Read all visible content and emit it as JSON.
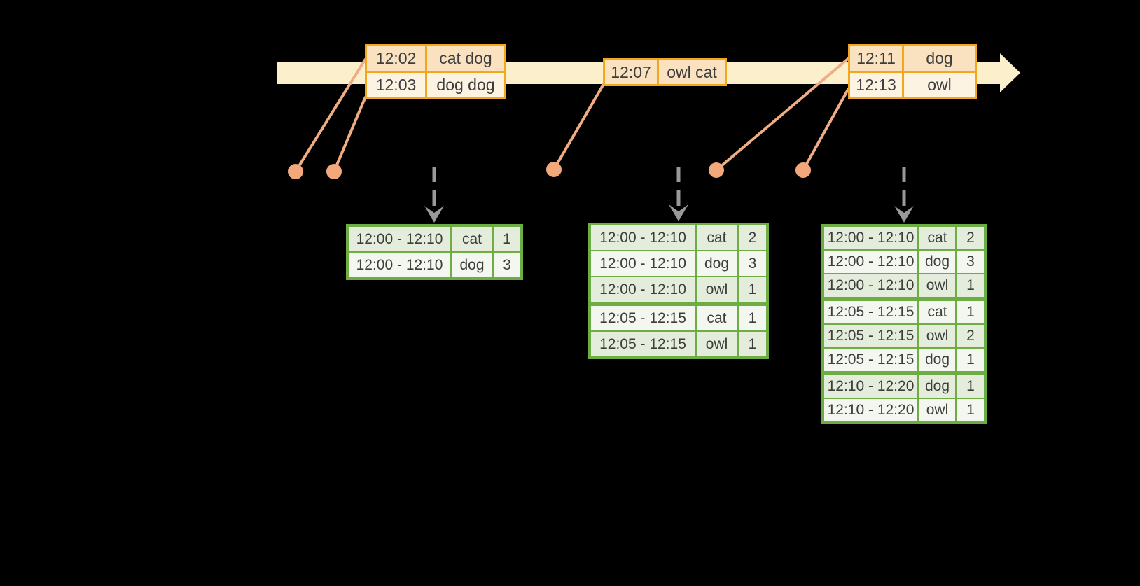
{
  "colors": {
    "background": "#000000",
    "timeline_fill": "#FBF0CB",
    "event_table_border": "#F2A71E",
    "event_row_dark": "#FAE2C0",
    "event_row_light": "#FDF3E2",
    "connector_line": "#F0AC82",
    "event_dot": "#F2A87B",
    "trigger_arrow": "#999999",
    "result_table_border": "#6EAC44",
    "result_row_dark": "#E4EDDB",
    "result_row_light": "#F3F7F0",
    "text": "#3D3D3D"
  },
  "event_tables": [
    {
      "rows": [
        {
          "time": "12:02",
          "words": "cat dog"
        },
        {
          "time": "12:03",
          "words": "dog dog"
        }
      ]
    },
    {
      "rows": [
        {
          "time": "12:07",
          "words": "owl cat"
        }
      ]
    },
    {
      "rows": [
        {
          "time": "12:11",
          "words": "dog"
        },
        {
          "time": "12:13",
          "words": "owl"
        }
      ]
    }
  ],
  "result_tables": [
    {
      "rows": [
        {
          "window": "12:00 - 12:10",
          "word": "cat",
          "count": "1"
        },
        {
          "window": "12:00 - 12:10",
          "word": "dog",
          "count": "3"
        }
      ]
    },
    {
      "rows": [
        {
          "window": "12:00 - 12:10",
          "word": "cat",
          "count": "2"
        },
        {
          "window": "12:00 - 12:10",
          "word": "dog",
          "count": "3"
        },
        {
          "window": "12:00 - 12:10",
          "word": "owl",
          "count": "1"
        },
        {
          "window": "12:05 - 12:15",
          "word": "cat",
          "count": "1"
        },
        {
          "window": "12:05 - 12:15",
          "word": "owl",
          "count": "1"
        }
      ]
    },
    {
      "rows": [
        {
          "window": "12:00 - 12:10",
          "word": "cat",
          "count": "2"
        },
        {
          "window": "12:00 - 12:10",
          "word": "dog",
          "count": "3"
        },
        {
          "window": "12:00 - 12:10",
          "word": "owl",
          "count": "1"
        },
        {
          "window": "12:05 - 12:15",
          "word": "cat",
          "count": "1"
        },
        {
          "window": "12:05 - 12:15",
          "word": "owl",
          "count": "2"
        },
        {
          "window": "12:05 - 12:15",
          "word": "dog",
          "count": "1"
        },
        {
          "window": "12:10 - 12:20",
          "word": "dog",
          "count": "1"
        },
        {
          "window": "12:10 - 12:20",
          "word": "owl",
          "count": "1"
        }
      ]
    }
  ]
}
